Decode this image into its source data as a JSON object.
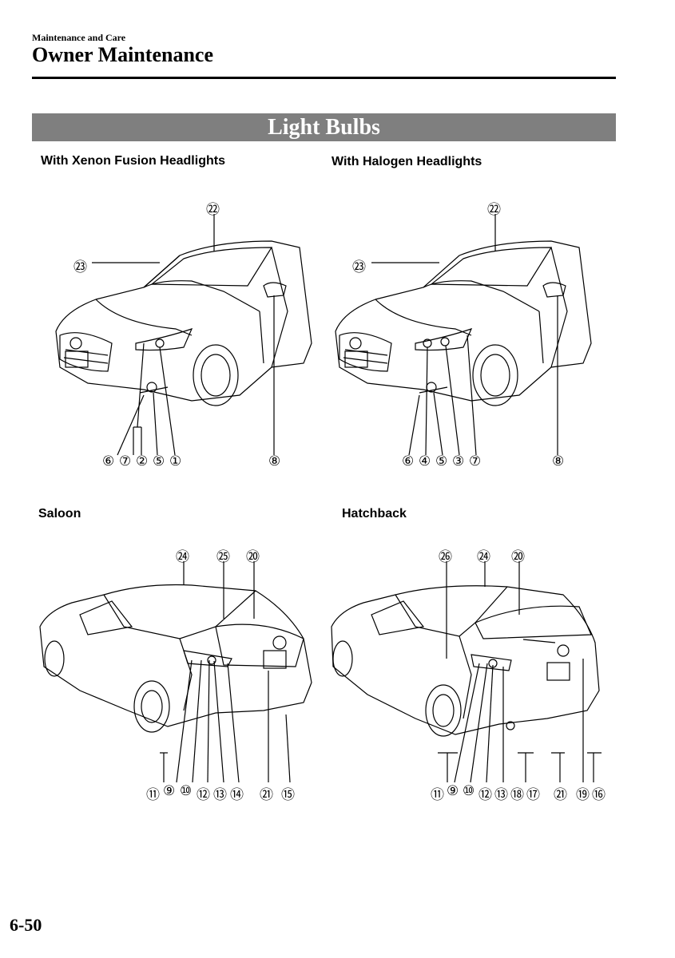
{
  "header": {
    "section": "Maintenance and Care",
    "title": "Owner Maintenance"
  },
  "band_title": "Light Bulbs",
  "figures": {
    "xenon": {
      "heading": "With Xenon Fusion Headlights",
      "top_labels": [
        "㉒",
        "㉓"
      ],
      "bottom_labels": [
        "⑥",
        "⑦",
        "②",
        "⑤",
        "①",
        "⑧"
      ]
    },
    "halogen": {
      "heading": "With Halogen Headlights",
      "top_labels": [
        "㉒",
        "㉓"
      ],
      "bottom_labels": [
        "⑥",
        "④",
        "⑤",
        "③",
        "⑦",
        "⑧"
      ]
    },
    "saloon": {
      "heading": "Saloon",
      "top_labels": [
        "㉔",
        "㉕",
        "⑳"
      ],
      "bottom_labels": [
        "⑪",
        "⑨",
        "⑩",
        "⑫",
        "⑬",
        "⑭",
        "㉑",
        "⑮"
      ]
    },
    "hatchback": {
      "heading": "Hatchback",
      "top_labels": [
        "㉖",
        "㉔",
        "⑳"
      ],
      "bottom_labels": [
        "⑪",
        "⑨",
        "⑩",
        "⑫",
        "⑬",
        "⑱",
        "⑰",
        "㉑",
        "⑲",
        "⑯"
      ]
    }
  },
  "page_number": "6-50"
}
